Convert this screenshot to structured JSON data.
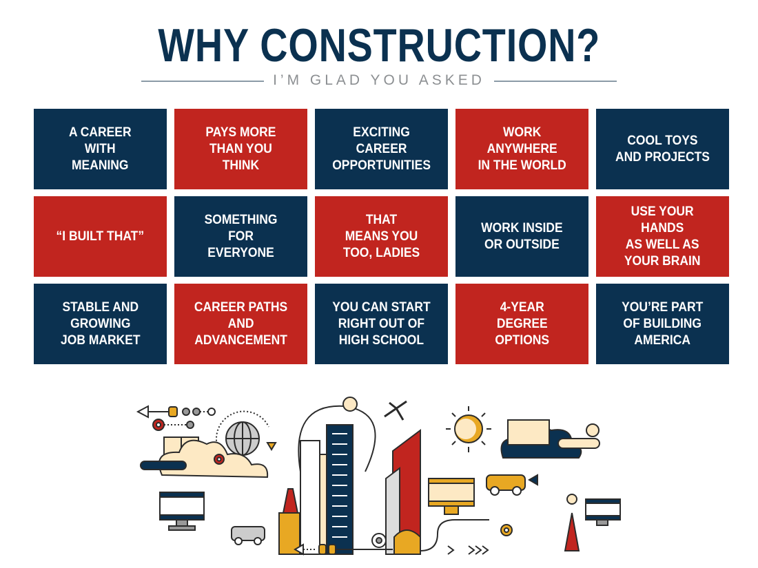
{
  "header": {
    "title": "WHY CONSTRUCTION?",
    "subtitle": "I’M GLAD YOU ASKED"
  },
  "colors": {
    "navy": "#0b3150",
    "red": "#c1251f",
    "gold": "#e8a823",
    "cream": "#fde9c4",
    "gray": "#8c8f92"
  },
  "tiles": [
    {
      "text": "A CAREER\nWITH\nMEANING",
      "color": "navy"
    },
    {
      "text": "PAYS MORE\nTHAN YOU\nTHINK",
      "color": "red"
    },
    {
      "text": "EXCITING\nCAREER\nOPPORTUNITIES",
      "color": "navy"
    },
    {
      "text": "WORK\nANYWHERE\nIN THE WORLD",
      "color": "red"
    },
    {
      "text": "COOL TOYS\nAND PROJECTS",
      "color": "navy"
    },
    {
      "text": "“I BUILT THAT”",
      "color": "red"
    },
    {
      "text": "SOMETHING\nFOR\nEVERYONE",
      "color": "navy"
    },
    {
      "text": "THAT\nMEANS YOU\nTOO, LADIES",
      "color": "red"
    },
    {
      "text": "WORK INSIDE\nOR OUTSIDE",
      "color": "navy"
    },
    {
      "text": "USE YOUR\nHANDS\nAS WELL AS\nYOUR BRAIN",
      "color": "red"
    },
    {
      "text": "STABLE AND\nGROWING\nJOB MARKET",
      "color": "navy"
    },
    {
      "text": "CAREER PATHS\nAND\nADVANCEMENT",
      "color": "red"
    },
    {
      "text": "YOU CAN START\nRIGHT OUT OF\nHIGH SCHOOL",
      "color": "navy"
    },
    {
      "text": "4-YEAR\nDEGREE\nOPTIONS",
      "color": "red"
    },
    {
      "text": "YOU’RE PART\nOF BUILDING\nAMERICA",
      "color": "navy"
    }
  ]
}
